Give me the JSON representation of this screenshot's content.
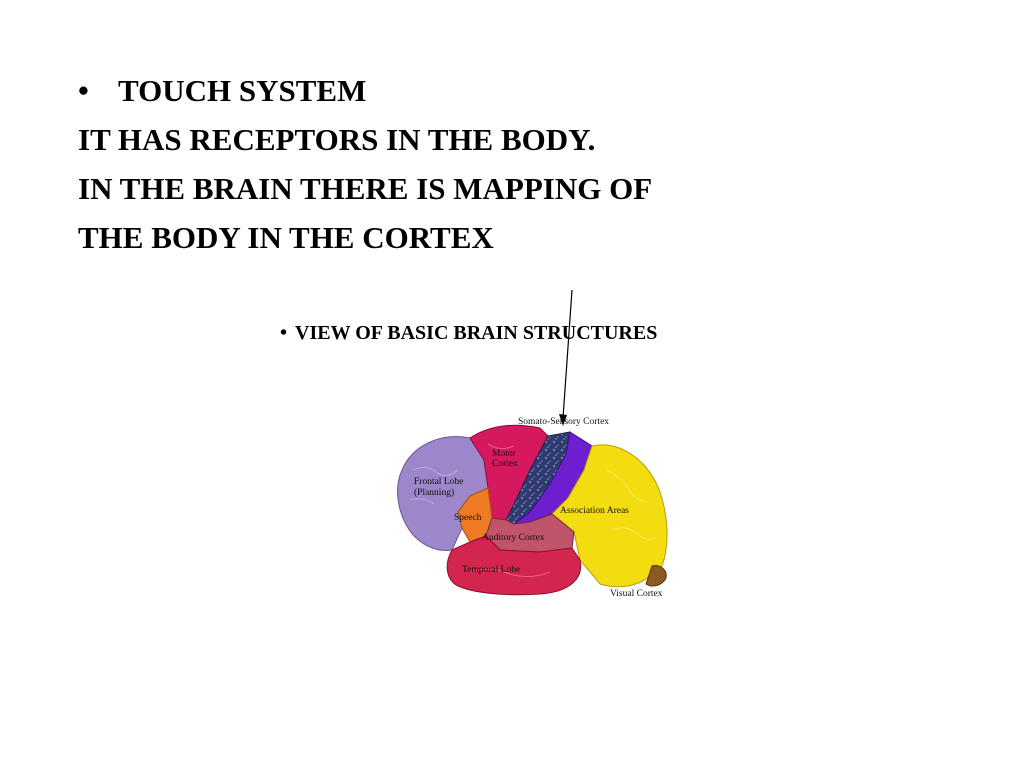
{
  "heading": {
    "bullet": "•",
    "title": "TOUCH SYSTEM",
    "lines": [
      "IT HAS RECEPTORS IN THE BODY.",
      "IN THE BRAIN THERE IS MAPPING OF",
      "THE BODY IN THE CORTEX"
    ]
  },
  "sub_bullet": {
    "bullet": "•",
    "text": "VIEW OF BASIC BRAIN STRUCTURES"
  },
  "diagram": {
    "labels": {
      "somato_sensory": "Somato-Sensory Cortex",
      "motor_1": "Motor",
      "motor_2": "Cortex",
      "frontal_1": "Frontal Lobe",
      "frontal_2": "(Planning)",
      "speech": "Speech",
      "association": "Association Areas",
      "auditory": "Auditory Cortex",
      "temporal": "Temporal Lobe",
      "visual": "Visual Cortex"
    },
    "colors": {
      "frontal": "#9d86c9",
      "motor": "#d6195e",
      "somatosensory": "#2f3a6e",
      "parietal_band": "#6d1fd0",
      "association": "#f3dd10",
      "speech": "#ee7a24",
      "auditory": "#c0546a",
      "temporal": "#d4254f",
      "visual": "#8a5a22"
    }
  }
}
